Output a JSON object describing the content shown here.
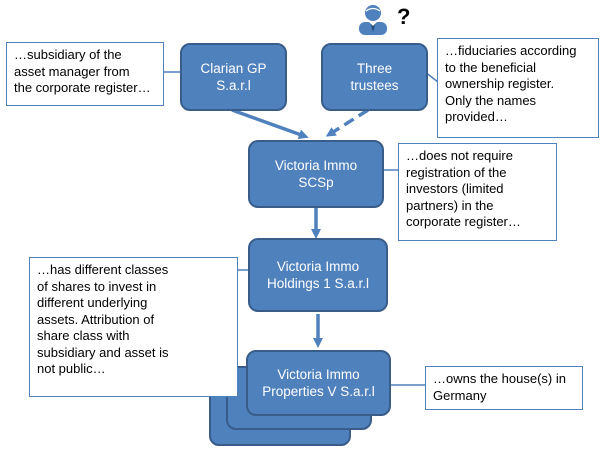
{
  "entities": {
    "clarian_gp": "Clarian GP\nS.a.r.l",
    "trustees": "Three\ntrustees",
    "scsp": "Victoria Immo\nSCSp",
    "holdings": "Victoria Immo\nHoldings 1 S.a.r.l",
    "properties": "Victoria Immo\nProperties V S.a.r.l"
  },
  "notes": {
    "clarian_gp": "…subsidiary of the\nasset manager from\nthe corporate register…",
    "trustees": "…fiduciaries according\nto the beneficial\nownership register.\nOnly the names\nprovided…",
    "scsp": "…does not require\nregistration of the\ninvestors (limited\npartners) in the\ncorporate register…",
    "holdings": "…has different classes\nof shares to invest in\ndifferent underlying\nassets. Attribution of\nshare class with\nsubsidiary and asset is\nnot public…",
    "properties": "…owns the house(s) in\nGermany"
  },
  "unknown_mark": "?",
  "icons": {
    "person": "person-with-tie-icon"
  },
  "colors": {
    "box_fill": "#4f81bd",
    "box_border": "#385d8a",
    "note_border": "#4f81bd"
  }
}
